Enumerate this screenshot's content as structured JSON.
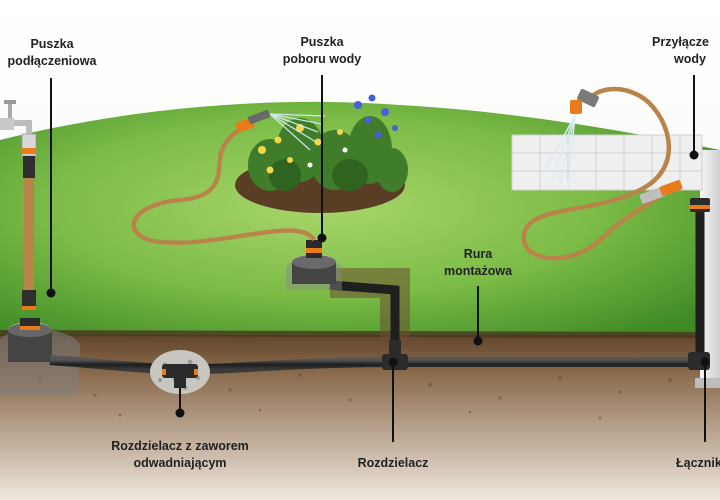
{
  "labels": {
    "puszka_podlaczeniowa": [
      "Puszka",
      "podłączeniowa"
    ],
    "puszka_poboru_wody": [
      "Puszka",
      "poboru wody"
    ],
    "przylacze_wody": [
      "Przyłącze",
      "wody"
    ],
    "rura_montazowa": [
      "Rura",
      "montażowa"
    ],
    "rozdzielacz_z_zaworem": [
      "Rozdzielacz z zaworem",
      "odwadniającym"
    ],
    "rozdzielacz": [
      "Rozdzielacz"
    ],
    "lacznik": [
      "Łącznik"
    ]
  },
  "colors": {
    "grass_light": "#9fcf62",
    "grass_dark": "#4f9a2c",
    "soil": "#7a5a3c",
    "pipe": "#2a2a2a",
    "hose": "#b9844a",
    "accent_orange": "#e97b1b",
    "callout_line": "#111111"
  }
}
